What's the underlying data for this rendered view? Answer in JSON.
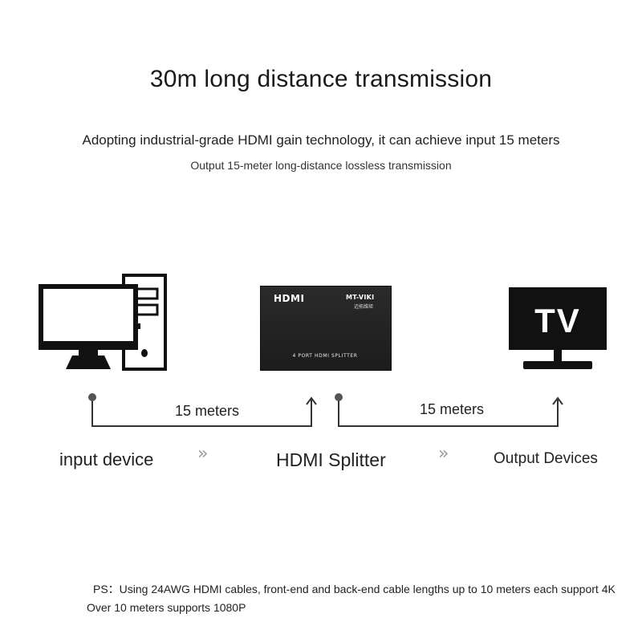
{
  "header": {
    "title": "30m long distance transmission",
    "subtitle_line1": "Adopting industrial-grade HDMI gain technology, it can achieve input 15 meters",
    "subtitle_line2": "Output 15-meter long-distance lossless transmission"
  },
  "diagram": {
    "input_label": "input device",
    "splitter_label": "HDMI Splitter",
    "output_label": "Output Devices",
    "link1_distance": "15 meters",
    "link2_distance": "15 meters",
    "arrow_glyph": "»",
    "splitter_device": {
      "hdmi_logo": "HDMI",
      "brand": "MT-VIKI",
      "brand_cn": "迈拓维矩",
      "model": "4 PORT HDMI SPLITTER"
    },
    "tv_text": "TV"
  },
  "footer": {
    "line1": "PS：Using 24AWG HDMI cables, front-end and back-end cable lengths up to 10 meters each support 4K",
    "line2": "Over 10 meters supports 1080P"
  }
}
